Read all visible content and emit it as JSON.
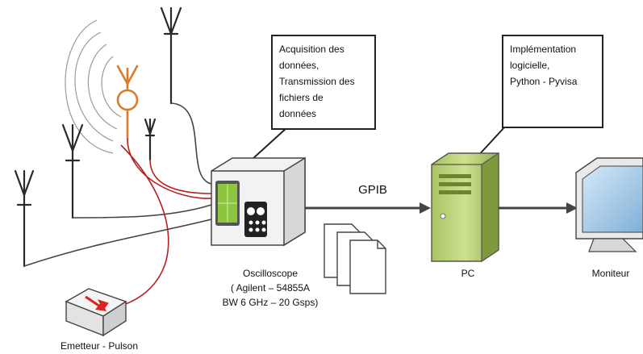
{
  "callouts": {
    "acquisition": [
      "Acquisition des",
      "données,",
      "Transmission des",
      "fichiers de",
      "données"
    ],
    "implementation": [
      "Implémentation",
      "logicielle,",
      "Python - Pyvisa"
    ]
  },
  "labels": {
    "link": "GPIB",
    "oscilloscope": [
      "Oscilloscope",
      "( Agilent – 54855A",
      "BW 6 GHz – 20 Gsps)"
    ],
    "pc": "PC",
    "monitor": "Moniteur",
    "emitter": "Emetteur - Pulson"
  },
  "colors": {
    "line": "#3c3c3c",
    "red_cable": "#b52020",
    "orange_antenna": "#d97b2a",
    "pc_body": "#b7cf74",
    "scope_screen": "#8cc63f"
  }
}
